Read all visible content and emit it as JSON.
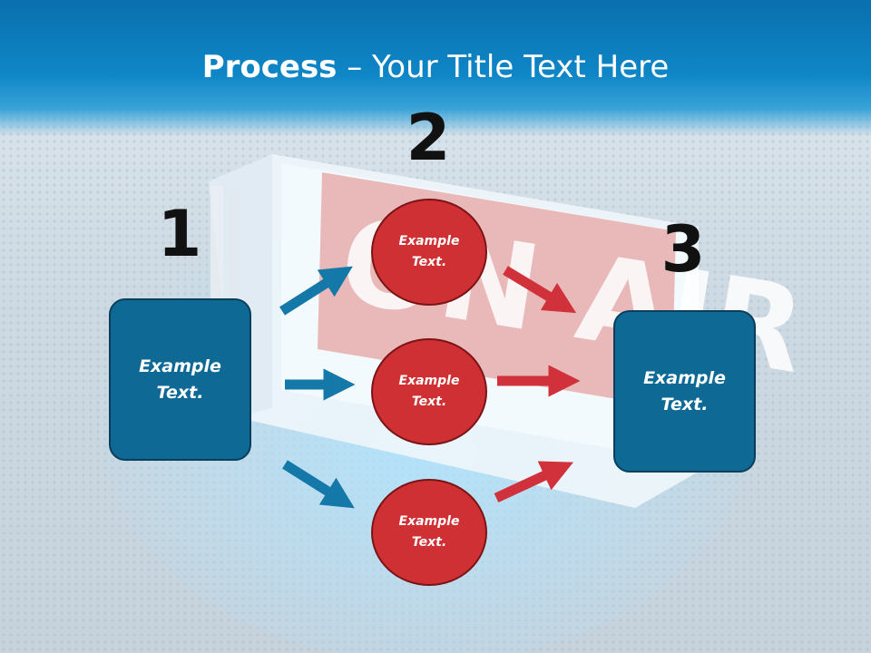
{
  "title": {
    "bold": "Process",
    "rest": " – Your Title Text Here"
  },
  "steps": {
    "one": "1",
    "two": "2",
    "three": "3"
  },
  "left_box": {
    "text": "Example Text."
  },
  "right_box": {
    "text": "Example Text."
  },
  "circles": [
    {
      "text": "Example Text."
    },
    {
      "text": "Example Text."
    },
    {
      "text": "Example Text."
    }
  ],
  "background_sign": {
    "text": "ON AIR",
    "color": "#d9534f"
  },
  "colors": {
    "blue_box": "#0e6a95",
    "red_circle": "#cf3033",
    "blue_arrow": "#1478a8",
    "red_arrow": "#d0313a"
  }
}
